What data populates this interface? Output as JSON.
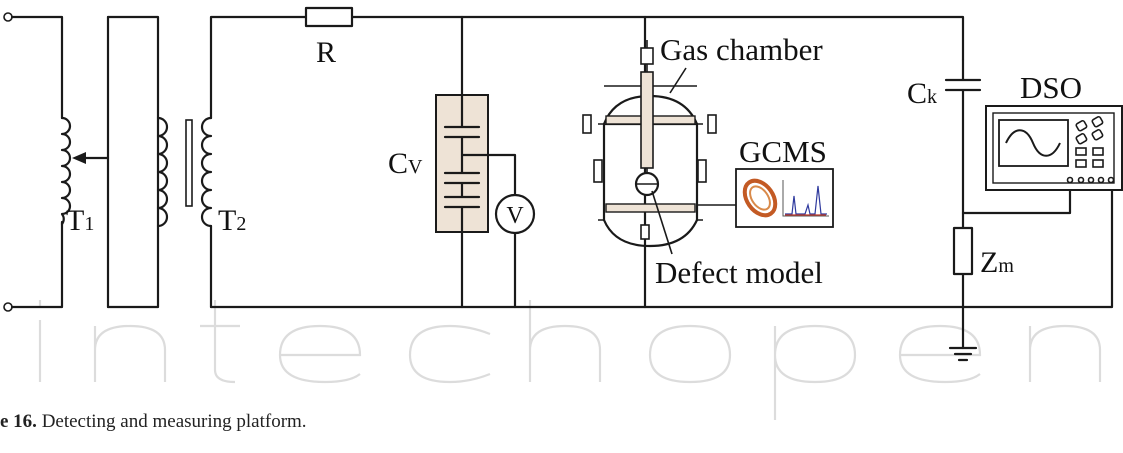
{
  "labels": {
    "t1": "T",
    "t1_sub": "1",
    "t2": "T",
    "t2_sub": "2",
    "r": "R",
    "cv": "C",
    "cv_sub": "V",
    "v": "V",
    "gas_chamber": "Gas chamber",
    "gcms": "GCMS",
    "defect_model": "Defect model",
    "ck": "C",
    "ck_sub": "k",
    "dso": "DSO",
    "zm": "Z",
    "zm_sub": "m"
  },
  "caption": {
    "number": "e 16.",
    "text": " Detecting and measuring platform."
  },
  "watermark": "intechopen"
}
